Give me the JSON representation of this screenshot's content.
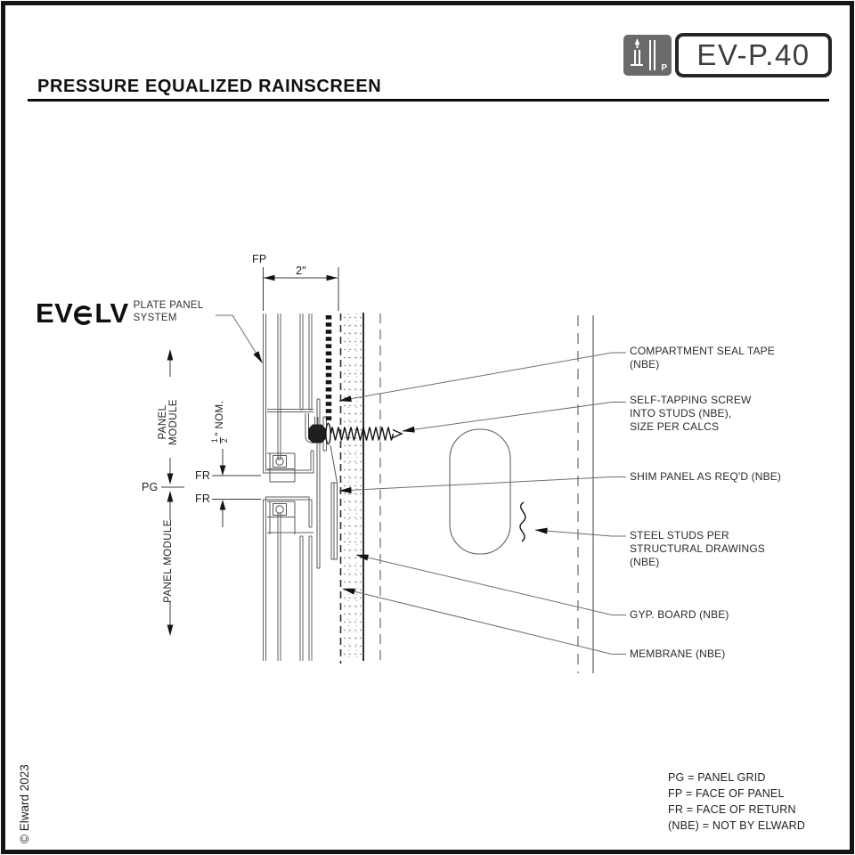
{
  "sheet": {
    "title": "PRESSURE EQUALIZED RAINSCREEN",
    "code": "EV-P.40",
    "code_icon_letter": "P",
    "copyright": "© Elward 2023"
  },
  "brand": {
    "wordmark_left": "EV",
    "wordmark_right": "LV",
    "subtitle_line1": "PLATE PANEL",
    "subtitle_line2": "SYSTEM"
  },
  "dimensions": {
    "fp": "FP",
    "width": "2\"",
    "panel_module_top": "PANEL MODULE",
    "panel_module_bottom": "PANEL MODULE",
    "pg": "PG",
    "fr_top": "FR",
    "fr_bottom": "FR",
    "joint_num": "1",
    "joint_den": "2",
    "joint_suffix": "\" NOM."
  },
  "callouts": [
    {
      "text": "COMPARTMENT SEAL TAPE\n(NBE)"
    },
    {
      "text": "SELF-TAPPING SCREW\nINTO STUDS (NBE),\nSIZE PER CALCS"
    },
    {
      "text": "SHIM PANEL AS REQ'D (NBE)"
    },
    {
      "text": "STEEL STUDS PER\nSTRUCTURAL DRAWINGS\n(NBE)"
    },
    {
      "text": "GYP. BOARD (NBE)"
    },
    {
      "text": "MEMBRANE (NBE)"
    }
  ],
  "legend": [
    "PG = PANEL GRID",
    "FP = FACE OF PANEL",
    "FR = FACE OF RETURN",
    "(NBE) = NOT BY ELWARD"
  ],
  "colors": {
    "accent_dark": "#141414",
    "line_gray": "#5f5f5f",
    "badge_icon_bg": "#6a6a6a"
  }
}
